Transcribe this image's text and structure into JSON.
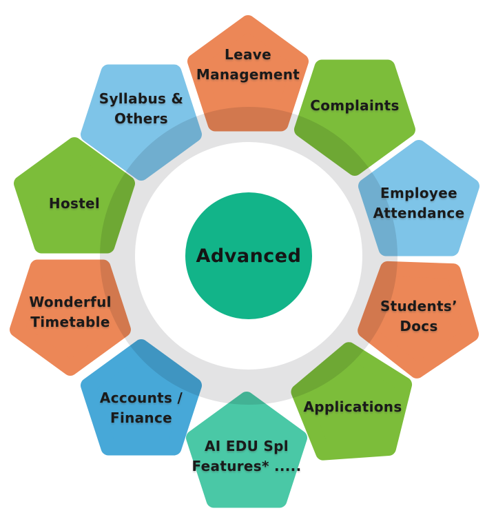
{
  "diagram": {
    "center": {
      "label": "Advanced"
    },
    "items": [
      {
        "name": "leave-management",
        "lines": [
          "Leave",
          "Management"
        ],
        "color": "#ec8757"
      },
      {
        "name": "complaints",
        "lines": [
          "Complaints"
        ],
        "color": "#7cbd3a"
      },
      {
        "name": "employee-attendance",
        "lines": [
          "Employee",
          "Attendance"
        ],
        "color": "#7ec4e8"
      },
      {
        "name": "students-docs",
        "lines": [
          "Students’",
          "Docs"
        ],
        "color": "#ec8757"
      },
      {
        "name": "applications",
        "lines": [
          "Applications"
        ],
        "color": "#7cbd3a"
      },
      {
        "name": "ai-edu-spl-features",
        "lines": [
          "AI EDU Spl",
          "Features* ....."
        ],
        "color": "#4ac8a6"
      },
      {
        "name": "accounts-finance",
        "lines": [
          "Accounts /",
          "Finance"
        ],
        "color": "#47a8d8"
      },
      {
        "name": "wonderful-timetable",
        "lines": [
          "Wonderful",
          "Timetable"
        ],
        "color": "#ec8757"
      },
      {
        "name": "hostel",
        "lines": [
          "Hostel"
        ],
        "color": "#7cbd3a"
      },
      {
        "name": "syllabus-others",
        "lines": [
          "Syllabus &",
          "Others"
        ],
        "color": "#7ec4e8"
      }
    ],
    "palette": {
      "center_circle": "#12b489",
      "ring": "#e3e3e4",
      "orange": "#ec8757",
      "green": "#7cbd3a",
      "light_blue": "#7ec4e8",
      "dark_blue": "#47a8d8",
      "teal": "#4ac8a6",
      "text": "#1a1a1a",
      "background": "#ffffff"
    }
  }
}
